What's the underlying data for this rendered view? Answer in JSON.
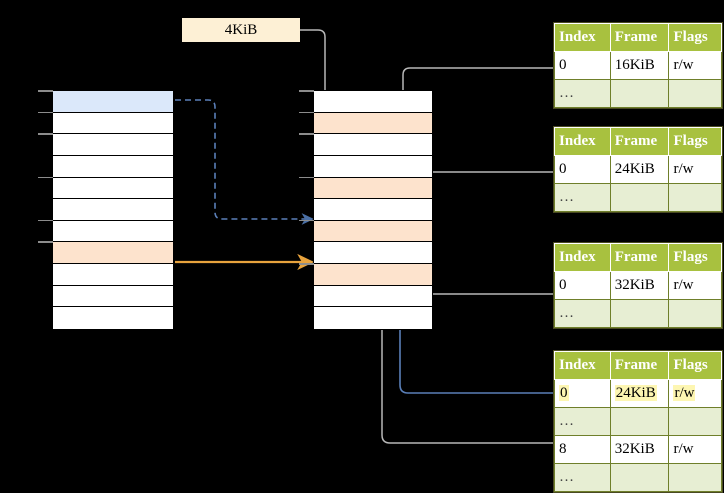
{
  "diagram": {
    "title": "page-table-walk",
    "colors": {
      "blue_highlight": "#dbe8fa",
      "peach_highlight": "#fde3cd",
      "tag_background": "#fdf0d5",
      "header_green": "#a8c13f",
      "alt_row_green": "#e7eed3",
      "yellow_highlight": "#fdf6b2",
      "orange_arrow": "#e8a33d",
      "blue_arrow": "#5a7fb8",
      "gray_arrow": "#b3b3b3"
    }
  },
  "tag": {
    "label": "4KiB"
  },
  "left_column": {
    "name": "virtual-address-space",
    "rows": [
      {
        "index": 0,
        "fill": "blue",
        "label": ""
      },
      {
        "index": 1,
        "fill": "white",
        "label": ""
      },
      {
        "index": 2,
        "fill": "white",
        "label": ""
      },
      {
        "index": 3,
        "fill": "white",
        "label": ""
      },
      {
        "index": 4,
        "fill": "white",
        "label": ""
      },
      {
        "index": 5,
        "fill": "white",
        "label": ""
      },
      {
        "index": 6,
        "fill": "white",
        "label": ""
      },
      {
        "index": 7,
        "fill": "peach",
        "label": ""
      },
      {
        "index": 8,
        "fill": "white",
        "label": ""
      },
      {
        "index": 9,
        "fill": "white",
        "label": ""
      },
      {
        "index": 10,
        "fill": "white",
        "label": ""
      }
    ]
  },
  "middle_column": {
    "name": "physical-memory",
    "rows": [
      {
        "index": 0,
        "fill": "white",
        "label": ""
      },
      {
        "index": 1,
        "fill": "peach",
        "label": ""
      },
      {
        "index": 2,
        "fill": "white",
        "label": ""
      },
      {
        "index": 3,
        "fill": "white",
        "label": ""
      },
      {
        "index": 4,
        "fill": "peach",
        "label": ""
      },
      {
        "index": 5,
        "fill": "white",
        "label": ""
      },
      {
        "index": 6,
        "fill": "peach",
        "label": ""
      },
      {
        "index": 7,
        "fill": "white",
        "label": ""
      },
      {
        "index": 8,
        "fill": "peach",
        "label": ""
      },
      {
        "index": 9,
        "fill": "white",
        "label": ""
      },
      {
        "index": 10,
        "fill": "white",
        "label": ""
      }
    ]
  },
  "page_tables": [
    {
      "name": "page-table-1",
      "headers": [
        "Index",
        "Frame",
        "Flags"
      ],
      "rows": [
        {
          "cells": [
            "0",
            "16KiB",
            "r/w"
          ],
          "alt": false,
          "highlight": []
        },
        {
          "cells": [
            "…",
            "",
            ""
          ],
          "alt": true,
          "highlight": []
        }
      ]
    },
    {
      "name": "page-table-2",
      "headers": [
        "Index",
        "Frame",
        "Flags"
      ],
      "rows": [
        {
          "cells": [
            "0",
            "24KiB",
            "r/w"
          ],
          "alt": false,
          "highlight": []
        },
        {
          "cells": [
            "…",
            "",
            ""
          ],
          "alt": true,
          "highlight": []
        }
      ]
    },
    {
      "name": "page-table-3",
      "headers": [
        "Index",
        "Frame",
        "Flags"
      ],
      "rows": [
        {
          "cells": [
            "0",
            "32KiB",
            "r/w"
          ],
          "alt": false,
          "highlight": []
        },
        {
          "cells": [
            "…",
            "",
            ""
          ],
          "alt": true,
          "highlight": []
        }
      ]
    },
    {
      "name": "page-table-4",
      "headers": [
        "Index",
        "Frame",
        "Flags"
      ],
      "rows": [
        {
          "cells": [
            "0",
            "24KiB",
            "r/w"
          ],
          "alt": false,
          "highlight": [
            0,
            1,
            2
          ]
        },
        {
          "cells": [
            "…",
            "",
            ""
          ],
          "alt": true,
          "highlight": []
        },
        {
          "cells": [
            "8",
            "32KiB",
            "r/w"
          ],
          "alt": false,
          "highlight": []
        },
        {
          "cells": [
            "…",
            "",
            ""
          ],
          "alt": true,
          "highlight": []
        }
      ]
    }
  ]
}
